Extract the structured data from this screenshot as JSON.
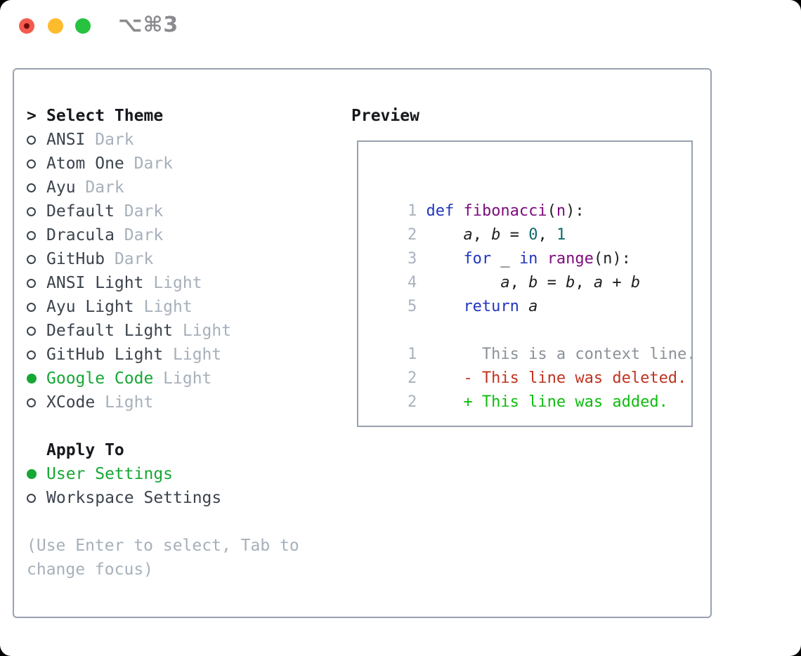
{
  "window": {
    "title": "⌥⌘3"
  },
  "titlebar": {
    "close_label": "close",
    "minimize_label": "minimize",
    "zoom_label": "zoom"
  },
  "theme_picker": {
    "header": {
      "marker": ">",
      "label": "Select Theme"
    },
    "items": [
      {
        "name": "ANSI",
        "variant": "Dark",
        "selected": false
      },
      {
        "name": "Atom One",
        "variant": "Dark",
        "selected": false
      },
      {
        "name": "Ayu",
        "variant": "Dark",
        "selected": false
      },
      {
        "name": "Default",
        "variant": "Dark",
        "selected": false
      },
      {
        "name": "Dracula",
        "variant": "Dark",
        "selected": false
      },
      {
        "name": "GitHub",
        "variant": "Dark",
        "selected": false
      },
      {
        "name": "ANSI Light",
        "variant": "Light",
        "selected": false
      },
      {
        "name": "Ayu Light",
        "variant": "Light",
        "selected": false
      },
      {
        "name": "Default Light",
        "variant": "Light",
        "selected": false
      },
      {
        "name": "GitHub Light",
        "variant": "Light",
        "selected": false
      },
      {
        "name": "Google Code",
        "variant": "Light",
        "selected": true
      },
      {
        "name": "XCode",
        "variant": "Light",
        "selected": false
      }
    ],
    "apply_to": {
      "label": "Apply To",
      "options": [
        {
          "name": "User Settings",
          "selected": true
        },
        {
          "name": "Workspace Settings",
          "selected": false
        }
      ]
    },
    "hint": "(Use Enter to select, Tab to change focus)"
  },
  "preview": {
    "label": "Preview",
    "code_lines": [
      {
        "num": "1",
        "segments": [
          {
            "s": "kw",
            "t": "def"
          },
          {
            "s": "pl",
            "t": " "
          },
          {
            "s": "fn",
            "t": "fibonacci"
          },
          {
            "s": "pl",
            "t": "("
          },
          {
            "s": "fn",
            "t": "n"
          },
          {
            "s": "pl",
            "t": "):"
          }
        ]
      },
      {
        "num": "2",
        "segments": [
          {
            "s": "pl",
            "t": "    "
          },
          {
            "s": "vr",
            "t": "a"
          },
          {
            "s": "pl",
            "t": ", "
          },
          {
            "s": "vr",
            "t": "b"
          },
          {
            "s": "pl",
            "t": " = "
          },
          {
            "s": "lt",
            "t": "0"
          },
          {
            "s": "pl",
            "t": ", "
          },
          {
            "s": "lt",
            "t": "1"
          }
        ]
      },
      {
        "num": "3",
        "segments": [
          {
            "s": "pl",
            "t": "    "
          },
          {
            "s": "kw",
            "t": "for"
          },
          {
            "s": "pl",
            "t": " _ "
          },
          {
            "s": "kw",
            "t": "in"
          },
          {
            "s": "pl",
            "t": " "
          },
          {
            "s": "fn",
            "t": "range"
          },
          {
            "s": "pl",
            "t": "(n):"
          }
        ]
      },
      {
        "num": "4",
        "segments": [
          {
            "s": "pl",
            "t": "        "
          },
          {
            "s": "vr",
            "t": "a"
          },
          {
            "s": "pl",
            "t": ", "
          },
          {
            "s": "vr",
            "t": "b"
          },
          {
            "s": "pl",
            "t": " = "
          },
          {
            "s": "vr",
            "t": "b"
          },
          {
            "s": "pl",
            "t": ", "
          },
          {
            "s": "vr",
            "t": "a"
          },
          {
            "s": "pl",
            "t": " + "
          },
          {
            "s": "vr",
            "t": "b"
          }
        ]
      },
      {
        "num": "5",
        "segments": [
          {
            "s": "pl",
            "t": "    "
          },
          {
            "s": "kw",
            "t": "return"
          },
          {
            "s": "pl",
            "t": " "
          },
          {
            "s": "vr",
            "t": "a"
          }
        ]
      }
    ],
    "diff_lines": [
      {
        "num": "1",
        "marker": " ",
        "text": "This is a context line.",
        "type": "context"
      },
      {
        "num": "2",
        "marker": "-",
        "text": "This line was deleted.",
        "type": "deleted"
      },
      {
        "num": "2",
        "marker": "+",
        "text": "This line was added.",
        "type": "added"
      }
    ]
  },
  "colors": {
    "selection_green": "#16a734",
    "keyword_blue": "#2135c1",
    "function_purple": "#7d0c7d",
    "literal_teal": "#0e6b6e",
    "code_text": "#1d1f22",
    "line_number_gray": "#a8b2be",
    "context_gray": "#8b9199",
    "deleted_red": "#c0331f",
    "added_green": "#10bb10",
    "list_text": "#3c434d",
    "muted_gray": "#a6b0bb",
    "header_text": "#16191d",
    "panel_border": "#98a2ae",
    "traffic_red": "#f35a4f",
    "traffic_red_dot": "#750b08",
    "traffic_yellow": "#fdbc2e",
    "traffic_green": "#27c23f",
    "title_gray": "#8b8b8f"
  }
}
